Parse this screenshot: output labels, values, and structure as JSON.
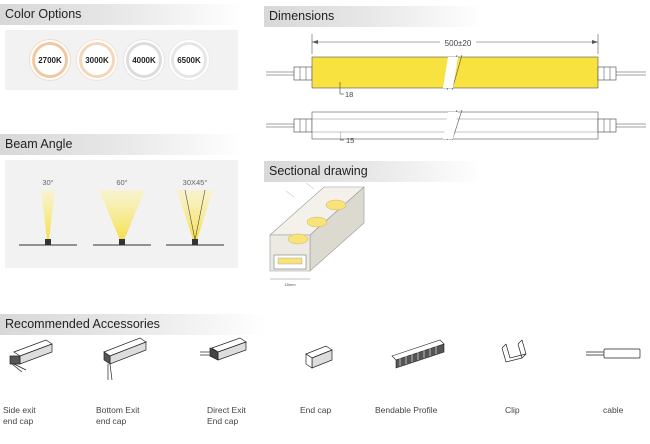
{
  "sections": {
    "color_options": "Color Options",
    "dimensions": "Dimensions",
    "beam_angle": "Beam Angle",
    "sectional_drawing": "Sectional drawing",
    "accessories": "Recommended Accessories"
  },
  "color_options": [
    {
      "label": "2700K",
      "ring": "#f0c9a3"
    },
    {
      "label": "3000K",
      "ring": "#f3d7bd"
    },
    {
      "label": "4000K",
      "ring": "#d9d9d9"
    },
    {
      "label": "6500K",
      "ring": "#e3e3e3"
    }
  ],
  "dimensions": {
    "length": "500±20",
    "width_lit": "18",
    "width_side": "15",
    "accent": "#f7e23f"
  },
  "beam_angles": [
    {
      "label": "30°"
    },
    {
      "label": "60°"
    },
    {
      "label": "30X45°"
    }
  ],
  "accessories": [
    {
      "label": "Side exit\nend cap",
      "icon": "side-exit-end-cap-icon"
    },
    {
      "label": "Bottom Exit\nend cap",
      "icon": "bottom-exit-end-cap-icon"
    },
    {
      "label": "Direct Exit\nEnd cap",
      "icon": "direct-exit-end-cap-icon"
    },
    {
      "label": "End cap",
      "icon": "end-cap-icon"
    },
    {
      "label": "Bendable Profile",
      "icon": "bendable-profile-icon"
    },
    {
      "label": "Clip",
      "icon": "clip-icon"
    },
    {
      "label": "cable",
      "icon": "cable-icon"
    }
  ]
}
